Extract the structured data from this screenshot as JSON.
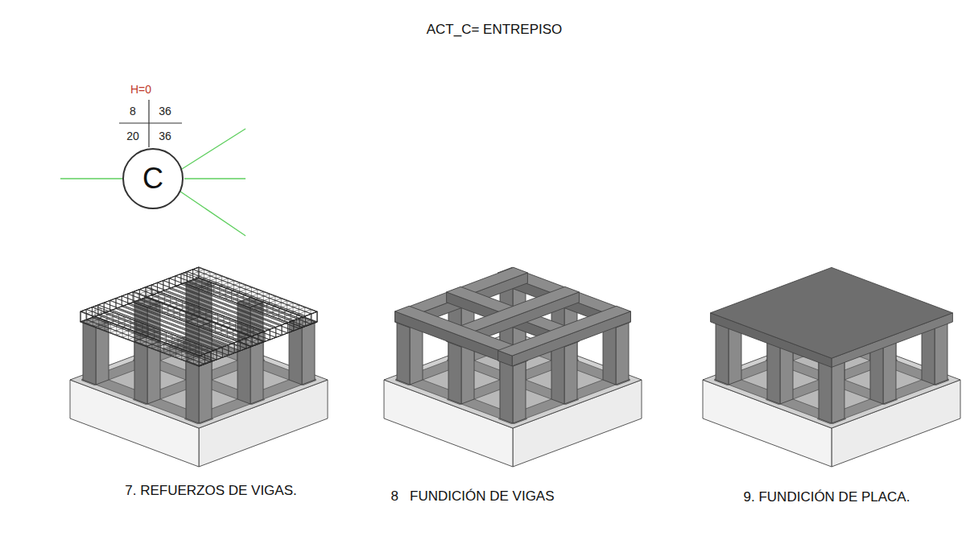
{
  "diagram": {
    "title": "ACT_C= ENTREPISO",
    "nodes": [
      {
        "text": [
          "C"
        ]
      }
    ],
    "labels": [
      "H=0",
      "8",
      "36",
      "20",
      "36",
      "7. REFUERZOS DE VIGAS.",
      "8   FUNDICIÓN DE VIGAS",
      "9. FUNDICIÓN DE PLACA."
    ]
  }
}
